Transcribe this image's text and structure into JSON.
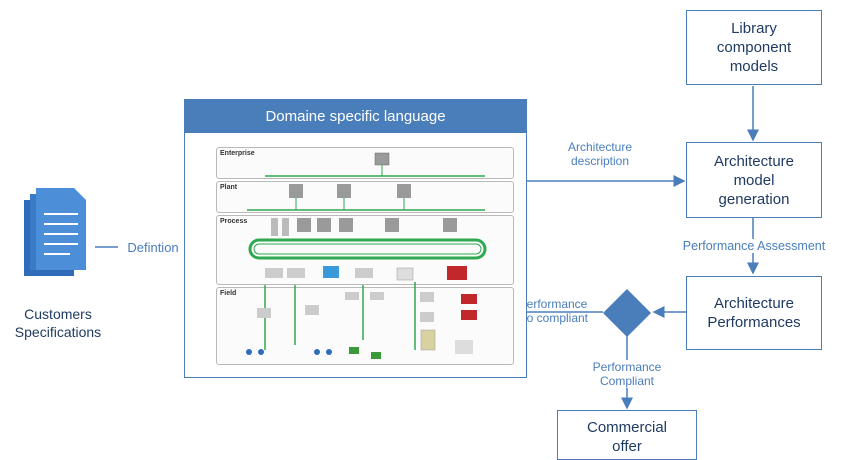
{
  "nodes": {
    "library": "Library\ncomponent\nmodels",
    "arch_gen": "Architecture\nmodel\ngeneration",
    "arch_perf": "Architecture\nPerformances",
    "commercial": "Commercial\noffer",
    "customers": "Customers\nSpecifications",
    "dsl_title": "Domaine specific language"
  },
  "edges": {
    "definition": "Defintion",
    "arch_description": "Architecture\ndescription",
    "perf_assessment": "Performance Assessment",
    "no_compliant": "Performance\nNo compliant",
    "compliant": "Performance\nCompliant"
  },
  "levels": [
    "Enterprise",
    "Plant",
    "Process",
    "Field"
  ],
  "colors": {
    "accent": "#4a7ebb",
    "network": "#2fa84f",
    "device": "#9a9a9a",
    "alarm": "#c0282c"
  }
}
